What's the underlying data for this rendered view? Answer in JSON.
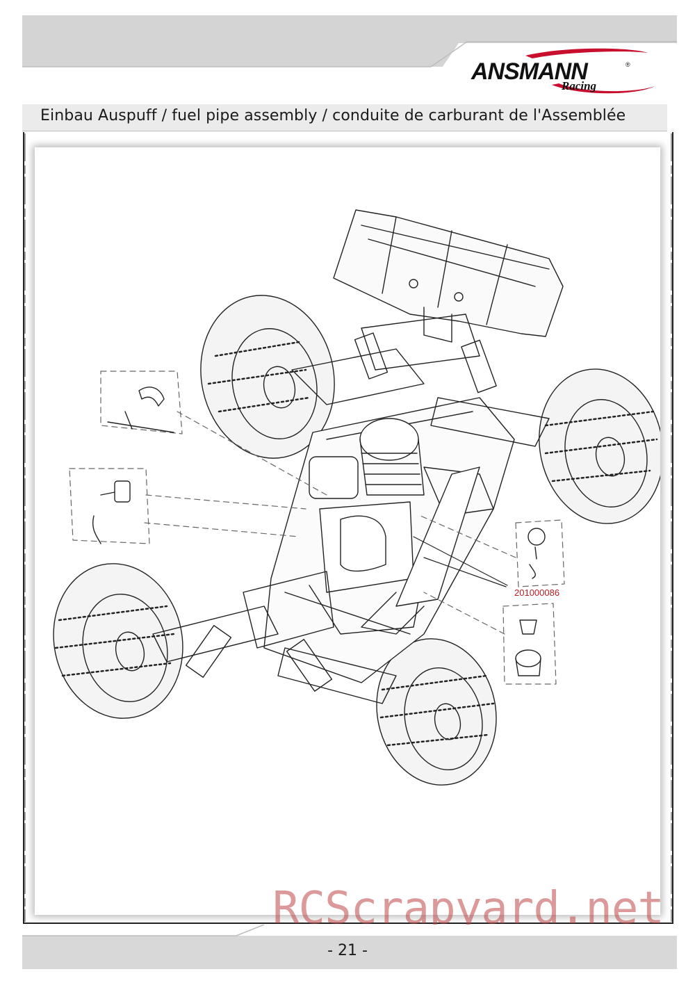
{
  "header": {
    "brand": "ANSMANN",
    "brand_sub": "Racing",
    "registered_mark": "®"
  },
  "title": "Einbau Auspuff / fuel pipe assembly / conduite de carburant de l'Assemblée",
  "diagram": {
    "part_number": "201000086"
  },
  "watermark": "RCScrapyard.net",
  "footer": {
    "page": "- 21 -"
  },
  "colors": {
    "band_gray": "#d4d4d4",
    "title_bar": "#ebebeb",
    "accent_red": "#b11f24",
    "line": "#222222"
  }
}
